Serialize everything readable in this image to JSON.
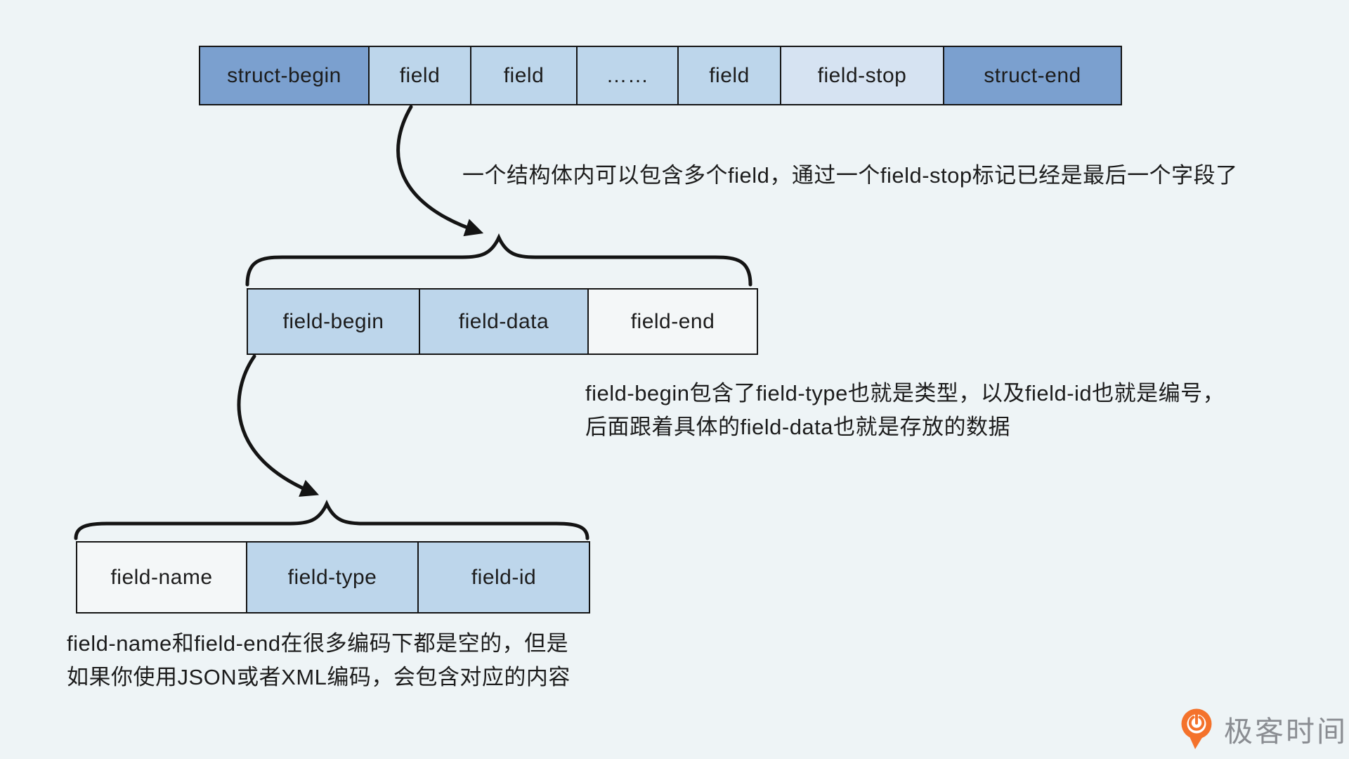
{
  "palette": {
    "bg": "#eef4f6",
    "cell-dark": "#7ba0cf",
    "cell-light": "#bdd6eb",
    "cell-lighter": "#d6e3f2",
    "cell-white": "#f4f7f8",
    "line": "#141414",
    "text": "#1c1c1c",
    "logo-orange": "#f4722b",
    "logo-gray": "#8a8d92"
  },
  "diagram": {
    "rows": [
      {
        "name": "struct-row",
        "cells": [
          {
            "label": "struct-begin",
            "tone": "dark"
          },
          {
            "label": "field",
            "tone": "light"
          },
          {
            "label": "field",
            "tone": "light"
          },
          {
            "label": "……",
            "tone": "light"
          },
          {
            "label": "field",
            "tone": "light"
          },
          {
            "label": "field-stop",
            "tone": "lighter"
          },
          {
            "label": "struct-end",
            "tone": "dark"
          }
        ]
      },
      {
        "name": "field-row",
        "cells": [
          {
            "label": "field-begin",
            "tone": "light"
          },
          {
            "label": "field-data",
            "tone": "light"
          },
          {
            "label": "field-end",
            "tone": "white"
          }
        ]
      },
      {
        "name": "field-begin-row",
        "cells": [
          {
            "label": "field-name",
            "tone": "white"
          },
          {
            "label": "field-type",
            "tone": "light"
          },
          {
            "label": "field-id",
            "tone": "light"
          }
        ]
      }
    ],
    "annotations": [
      {
        "lines": [
          "一个结构体内可以包含多个field，通过一个field-stop标记已经是最后一个字段了"
        ]
      },
      {
        "lines": [
          "field-begin包含了field-type也就是类型，以及field-id也就是编号，",
          "后面跟着具体的field-data也就是存放的数据"
        ]
      },
      {
        "lines": [
          "field-name和field-end在很多编码下都是空的，但是",
          "如果你使用JSON或者XML编码，会包含对应的内容"
        ]
      }
    ]
  },
  "logo": {
    "text": "极客时间"
  }
}
